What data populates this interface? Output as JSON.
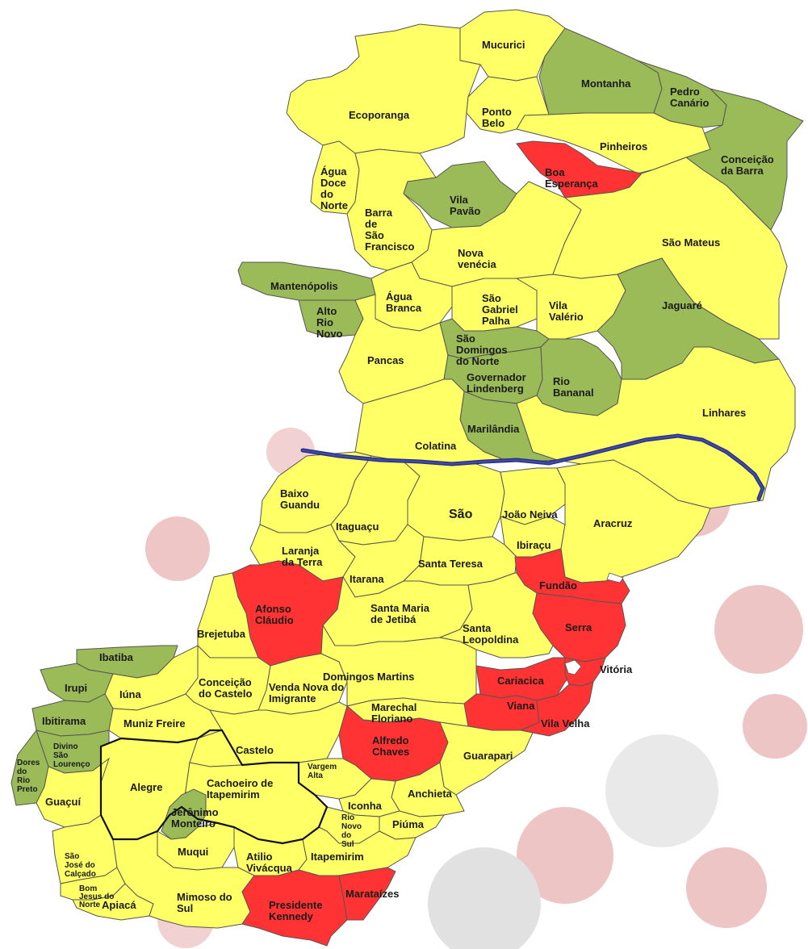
{
  "map": {
    "colors": {
      "low": "#ffff66",
      "medium": "#9bbb59",
      "high": "#ff3333",
      "river": "#2b2f7a",
      "border": "#555555",
      "background_blobs": "#d98080"
    },
    "municipalities": {
      "mucurici": {
        "name": "Mucurici",
        "status": "low"
      },
      "montanha": {
        "name": "Montanha",
        "status": "medium"
      },
      "pedro_canario": {
        "name": "Pedro Canário",
        "status": "medium"
      },
      "conceicao_da_barra": {
        "name": "Conceição da Barra",
        "status": "medium"
      },
      "ecoporanga": {
        "name": "Ecoporanga",
        "status": "low"
      },
      "ponto_belo": {
        "name": "Ponto Belo",
        "status": "low"
      },
      "pinheiros": {
        "name": "Pinheiros",
        "status": "low"
      },
      "boa_esperanca": {
        "name": "Boa Esperança",
        "status": "high"
      },
      "agua_doce_do_norte": {
        "name": "Água Doce do Norte",
        "status": "low"
      },
      "barra_de_sao_francisco": {
        "name": "Barra de São Francisco",
        "status": "low"
      },
      "vila_pavao": {
        "name": "Vila Pavão",
        "status": "medium"
      },
      "nova_venecia": {
        "name": "Nova venécia",
        "status": "low"
      },
      "sao_mateus": {
        "name": "São Mateus",
        "status": "low"
      },
      "mantenopolis": {
        "name": "Mantenópolis",
        "status": "medium"
      },
      "alto_rio_novo": {
        "name": "Alto Rio Novo",
        "status": "medium"
      },
      "agua_branca": {
        "name": "Água Branca",
        "status": "low"
      },
      "sao_gabriel_da_palha": {
        "name": "São Gabriel Palha",
        "status": "low"
      },
      "vila_valerio": {
        "name": "Vila Valério",
        "status": "low"
      },
      "jaguare": {
        "name": "Jaguaré",
        "status": "medium"
      },
      "pancas": {
        "name": "Pancas",
        "status": "low"
      },
      "sao_domingos_do_norte": {
        "name": "São Domingos do Norte",
        "status": "medium"
      },
      "governador_lindenberg": {
        "name": "Governador Lindenberg",
        "status": "medium"
      },
      "rio_bananal": {
        "name": "Rio Bananal",
        "status": "medium"
      },
      "linhares": {
        "name": "Linhares",
        "status": "low"
      },
      "marilandia": {
        "name": "Marilândia",
        "status": "medium"
      },
      "colatina": {
        "name": "Colatina",
        "status": "low"
      },
      "baixo_guandu": {
        "name": "Baixo Guandu",
        "status": "low"
      },
      "sao_roque": {
        "name": "São",
        "status": "low"
      },
      "joao_neiva": {
        "name": "João Neiva",
        "status": "low"
      },
      "aracruz": {
        "name": "Aracruz",
        "status": "low"
      },
      "itaguacu": {
        "name": "Itaguaçu",
        "status": "low"
      },
      "ibiracu": {
        "name": "Ibiraçu",
        "status": "low"
      },
      "laranja_da_terra": {
        "name": "Laranja da Terra",
        "status": "low"
      },
      "santa_teresa": {
        "name": "Santa Teresa",
        "status": "low"
      },
      "itarana": {
        "name": "Itarana",
        "status": "low"
      },
      "fundao": {
        "name": "Fundão",
        "status": "high"
      },
      "afonso_claudio": {
        "name": "Afonso Cláudio",
        "status": "high"
      },
      "santa_maria_de_jetiba": {
        "name": "Santa Maria de Jetibá",
        "status": "low"
      },
      "serra": {
        "name": "Serra",
        "status": "high"
      },
      "santa_leopoldina": {
        "name": "Santa Leopoldina",
        "status": "low"
      },
      "brejetuba": {
        "name": "Brejetuba",
        "status": "low"
      },
      "ibatiba": {
        "name": "Ibatiba",
        "status": "medium"
      },
      "irupi": {
        "name": "Irupi",
        "status": "medium"
      },
      "iuna": {
        "name": "Iúna",
        "status": "low"
      },
      "conceicao_do_castelo": {
        "name": "Conceição do Castelo",
        "status": "low"
      },
      "venda_nova_do_imigrante": {
        "name": "Venda Nova do Imigrante",
        "status": "low"
      },
      "domingos_martins": {
        "name": "Domingos Martins",
        "status": "low"
      },
      "cariacica": {
        "name": "Cariacica",
        "status": "high"
      },
      "vitoria": {
        "name": "Vitória",
        "status": "high"
      },
      "viana": {
        "name": "Viana",
        "status": "high"
      },
      "vila_velha": {
        "name": "Vila Velha",
        "status": "high"
      },
      "marechal_floriano": {
        "name": "Marechal Floriano",
        "status": "low"
      },
      "ibitirama": {
        "name": "Ibitirama",
        "status": "medium"
      },
      "muniz_freire": {
        "name": "Muniz Freire",
        "status": "low"
      },
      "divino_sao_lourenco": {
        "name": "Divino São Lourenço",
        "status": "medium"
      },
      "dores_do_rio_preto": {
        "name": "Dores do Rio Preto",
        "status": "medium"
      },
      "castelo": {
        "name": "Castelo",
        "status": "low"
      },
      "alfredo_chaves": {
        "name": "Alfredo Chaves",
        "status": "high"
      },
      "guarapari": {
        "name": "Guarapari",
        "status": "low"
      },
      "vargem_alta": {
        "name": "Vargem Alta",
        "status": "low"
      },
      "alegre": {
        "name": "Alegre",
        "status": "low"
      },
      "cachoeiro_de_itapemirim": {
        "name": "Cachoeiro de Itapemirim",
        "status": "low"
      },
      "guacui": {
        "name": "Guaçuí",
        "status": "low"
      },
      "anchieta": {
        "name": "Anchieta",
        "status": "low"
      },
      "iconha": {
        "name": "Iconha",
        "status": "low"
      },
      "jeronimo_monteiro": {
        "name": "Jerônimo Monteiro",
        "status": "medium"
      },
      "rio_novo_do_sul": {
        "name": "Rio Novo do Sul",
        "status": "low"
      },
      "piuma": {
        "name": "Piúma",
        "status": "low"
      },
      "muqui": {
        "name": "Muqui",
        "status": "low"
      },
      "atilio_vivacqua": {
        "name": "Atilio Vivácqua",
        "status": "low"
      },
      "sao_jose_do_calcado": {
        "name": "São José do Calçado",
        "status": "low"
      },
      "itapemirim": {
        "name": "Itapemirim",
        "status": "low"
      },
      "bom_jesus_do_norte": {
        "name": "Bom Jesus do Norte",
        "status": "low"
      },
      "apiaca": {
        "name": "Apiacá",
        "status": "low"
      },
      "mimoso_do_sul": {
        "name": "Mimoso do Sul",
        "status": "low"
      },
      "presidente_kennedy": {
        "name": "Presidente Kennedy",
        "status": "high"
      },
      "marataizes": {
        "name": "Marataízes",
        "status": "high"
      }
    }
  }
}
